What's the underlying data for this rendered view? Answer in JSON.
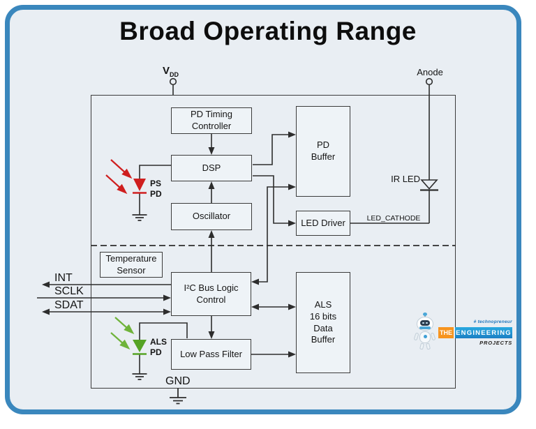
{
  "title": "Broad Operating Range",
  "diagram": {
    "pins": {
      "vdd_base": "V",
      "vdd_sub": "DD",
      "anode": "Anode",
      "gnd": "GND"
    },
    "blocks": {
      "pd_timing": [
        "PD Timing",
        "Controller"
      ],
      "dsp": "DSP",
      "oscillator": "Oscillator",
      "pd_buffer": [
        "PD",
        "Buffer"
      ],
      "led_driver": "LED Driver",
      "temp_sensor": [
        "Temperature",
        "Sensor"
      ],
      "i2c": [
        "I²C Bus Logic",
        "Control"
      ],
      "als_buffer": [
        "ALS",
        "16 bits",
        "Data",
        "Buffer"
      ],
      "lpf": "Low Pass Filter"
    },
    "signals": {
      "int": "INT",
      "sclk": "SCLK",
      "sdat": "SDAT",
      "led_cathode": "LED_CATHODE"
    },
    "parts": {
      "ir_led": "IR LED",
      "ps_pd": [
        "PS",
        "PD"
      ],
      "als_pd": [
        "ALS",
        "PD"
      ]
    },
    "colors": {
      "frame_blue": "#3a87bd",
      "background": "#e9eef3",
      "wire": "#2d2d2d",
      "ps_red": "#cf1f1f",
      "als_green": "#55a325",
      "als_green_light": "#6fb33a"
    }
  },
  "branding": {
    "tagline": "# technopreneur",
    "badge_the": "THE",
    "badge_engineering": "ENGINEERING",
    "projects": "PROJECTS",
    "colors": {
      "orange": "#f7941e",
      "blue": "#2196d3",
      "tagline_blue": "#1c75bc"
    }
  }
}
